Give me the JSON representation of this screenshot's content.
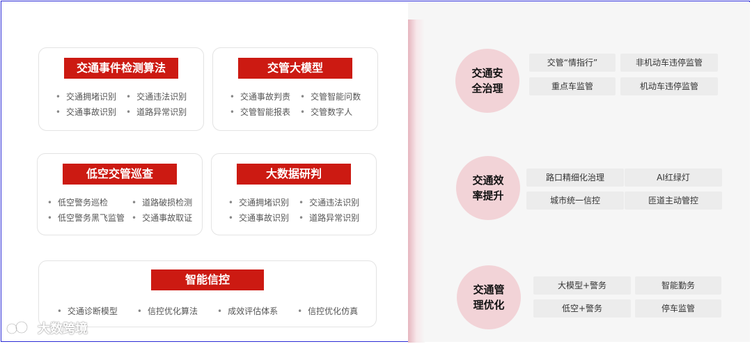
{
  "left_cards": [
    {
      "title": "交通事件检测算法",
      "items": [
        "交通拥堵识别",
        "交通违法识别",
        "交通事故识别",
        "道路异常识别"
      ]
    },
    {
      "title": "交管大模型",
      "items": [
        "交通事故判责",
        "交管智能问数",
        "交管智能报表",
        "交管数字人"
      ]
    },
    {
      "title": "低空交管巡查",
      "items": [
        "低空警务巡检",
        "道路破损检测",
        "低空警务黑飞监管",
        "交通事故取证"
      ]
    },
    {
      "title": "大数据研判",
      "items": [
        "交通拥堵识别",
        "交通违法识别",
        "交通事故识别",
        "道路异常识别"
      ]
    },
    {
      "title": "智能信控",
      "items": [
        "交通诊断模型",
        "信控优化算法",
        "成效评估体系",
        "信控优化仿真"
      ]
    }
  ],
  "right_groups": [
    {
      "label": "交通安全治理",
      "tags": [
        "交管“情指行”",
        "非机动车违停监管",
        "重点车监管",
        "机动车违停监管"
      ]
    },
    {
      "label": "交通效率提升",
      "tags": [
        "路口精细化治理",
        "AI红绿灯",
        "城市统一信控",
        "匝道主动管控"
      ]
    },
    {
      "label": "交通管理优化",
      "tags": [
        "大模型+警务",
        "智能勤务",
        "低空+警务",
        "停车监管"
      ]
    }
  ],
  "watermark": "大数跨境",
  "colors": {
    "accent": "#cc1a12",
    "circle": "#f2d3d7",
    "tag_bg": "#ececec",
    "frame": "#2b2bd6"
  }
}
